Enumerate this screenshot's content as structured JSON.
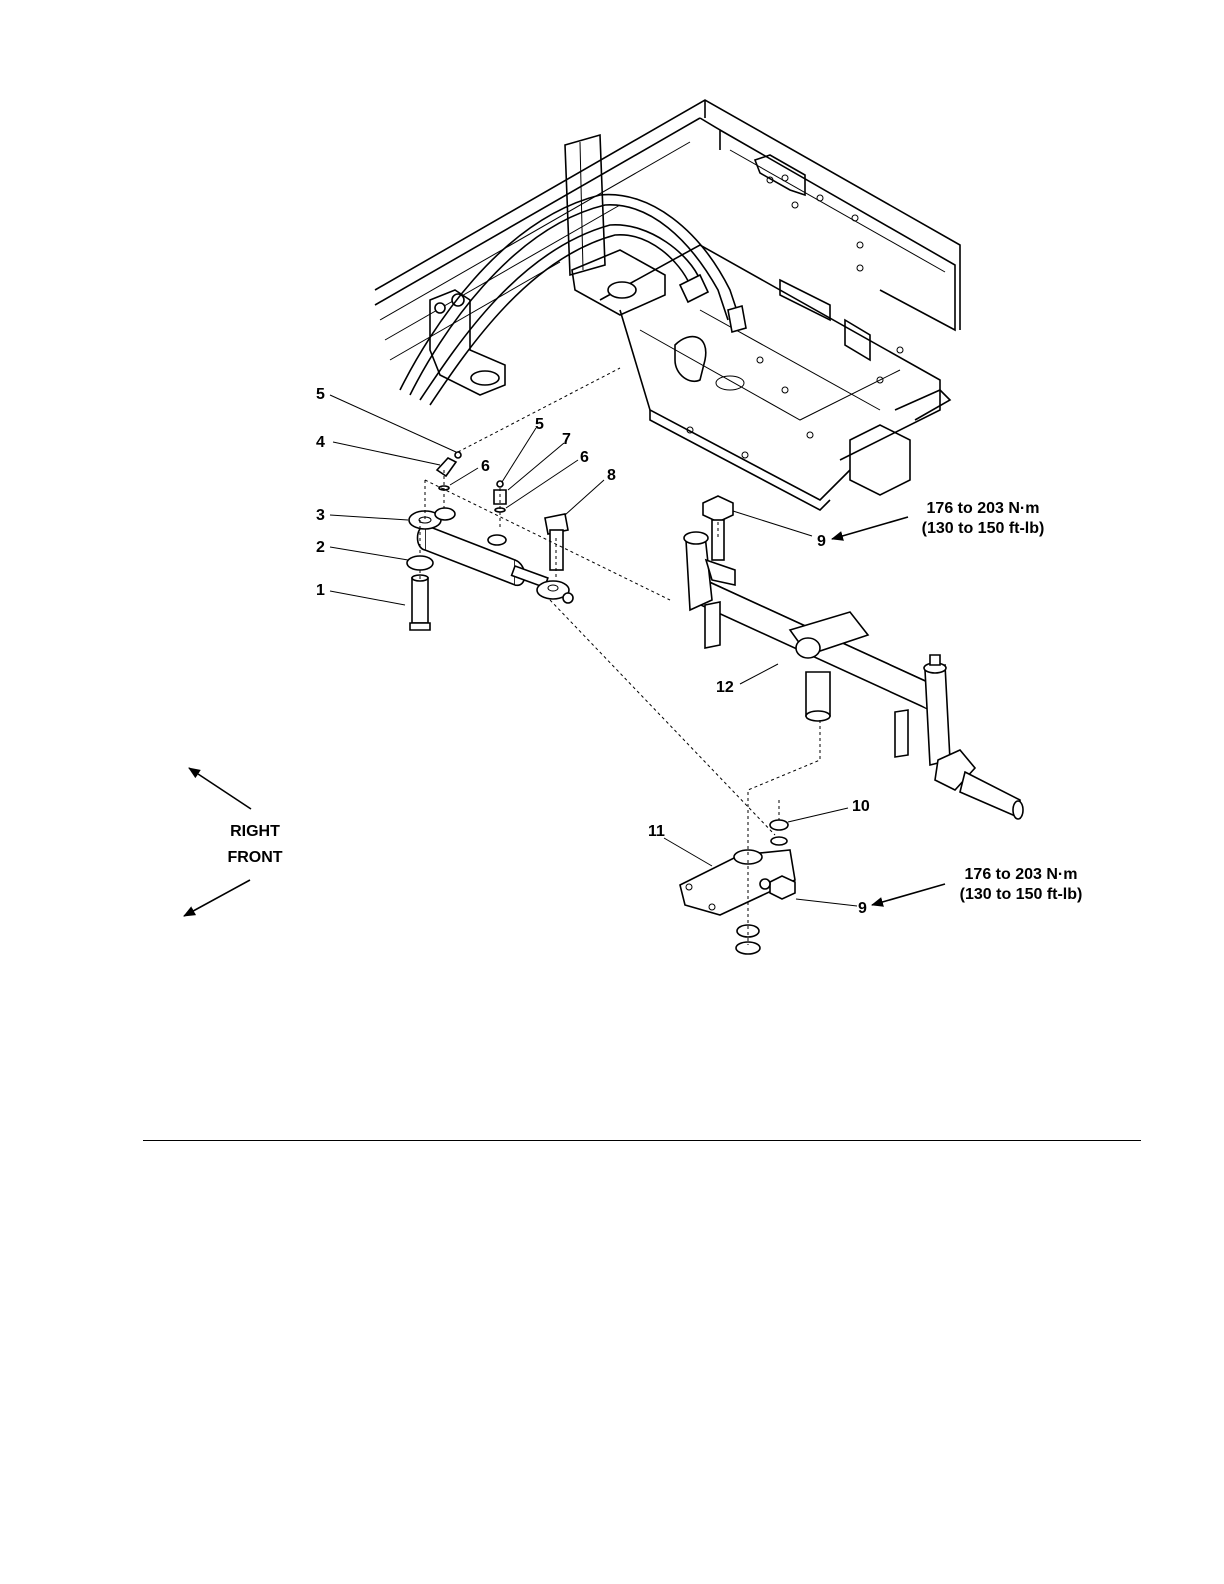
{
  "callouts": [
    {
      "id": "c1",
      "text": "1"
    },
    {
      "id": "c2",
      "text": "2"
    },
    {
      "id": "c3",
      "text": "3"
    },
    {
      "id": "c4",
      "text": "4"
    },
    {
      "id": "c5a",
      "text": "5"
    },
    {
      "id": "c5b",
      "text": "5"
    },
    {
      "id": "c6a",
      "text": "6"
    },
    {
      "id": "c6b",
      "text": "6"
    },
    {
      "id": "c7",
      "text": "7"
    },
    {
      "id": "c8",
      "text": "8"
    },
    {
      "id": "c9a",
      "text": "9"
    },
    {
      "id": "c9b",
      "text": "9"
    },
    {
      "id": "c10",
      "text": "10"
    },
    {
      "id": "c11",
      "text": "11"
    },
    {
      "id": "c12",
      "text": "12"
    }
  ],
  "torque_upper": {
    "line1": "176 to 203 N·m",
    "line2": "(130 to 150 ft-lb)"
  },
  "torque_lower": {
    "line1": "176 to 203 N·m",
    "line2": "(130 to 150 ft-lb)"
  },
  "direction": {
    "right": "RIGHT",
    "front": "FRONT"
  }
}
